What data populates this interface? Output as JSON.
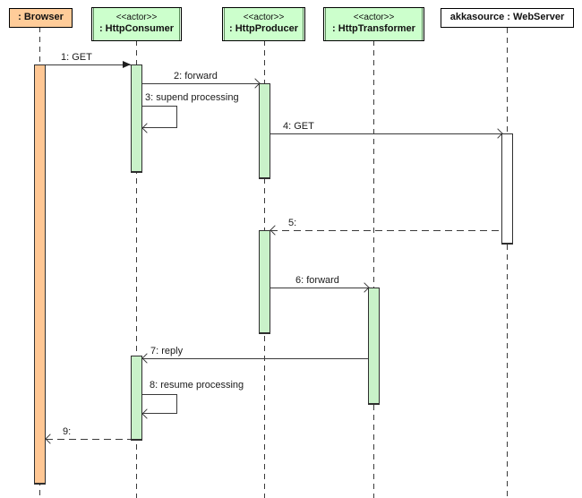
{
  "diagram": {
    "type": "uml-sequence-diagram",
    "participants": [
      {
        "name": ": Browser",
        "stereotype": "",
        "kind": "object"
      },
      {
        "name": ": HttpConsumer",
        "stereotype": "<<actor>>",
        "kind": "actor"
      },
      {
        "name": ": HttpProducer",
        "stereotype": "<<actor>>",
        "kind": "actor"
      },
      {
        "name": ": HttpTransformer",
        "stereotype": "<<actor>>",
        "kind": "actor"
      },
      {
        "name": "akkasource : WebServer",
        "stereotype": "",
        "kind": "object"
      }
    ],
    "messages": [
      {
        "label": "1: GET",
        "from": ": Browser",
        "to": ": HttpConsumer",
        "line": "solid",
        "arrow": "filled"
      },
      {
        "label": "2: forward",
        "from": ": HttpConsumer",
        "to": ": HttpProducer",
        "line": "solid",
        "arrow": "open"
      },
      {
        "label": "3: supend processing",
        "from": ": HttpConsumer",
        "to": ": HttpConsumer",
        "line": "solid",
        "arrow": "open",
        "self": true
      },
      {
        "label": "4: GET",
        "from": ": HttpProducer",
        "to": "akkasource : WebServer",
        "line": "solid",
        "arrow": "open"
      },
      {
        "label": "5:",
        "from": "akkasource : WebServer",
        "to": ": HttpProducer",
        "line": "dashed",
        "arrow": "open"
      },
      {
        "label": "6: forward",
        "from": ": HttpProducer",
        "to": ": HttpTransformer",
        "line": "solid",
        "arrow": "open"
      },
      {
        "label": "7: reply",
        "from": ": HttpTransformer",
        "to": ": HttpConsumer",
        "line": "solid",
        "arrow": "open"
      },
      {
        "label": "8: resume processing",
        "from": ": HttpConsumer",
        "to": ": HttpConsumer",
        "line": "solid",
        "arrow": "open",
        "self": true
      },
      {
        "label": "9:",
        "from": ": HttpConsumer",
        "to": ": Browser",
        "line": "dashed",
        "arrow": "open"
      }
    ],
    "colors": {
      "actor_fill": "#ccffcc",
      "browser_fill": "#ffcc99",
      "webserver_fill": "#ffffff",
      "activation_green": "#c9f2c9",
      "activation_orange": "#ffc794",
      "line": "#3a3a3a",
      "background": "#ffffff"
    }
  }
}
